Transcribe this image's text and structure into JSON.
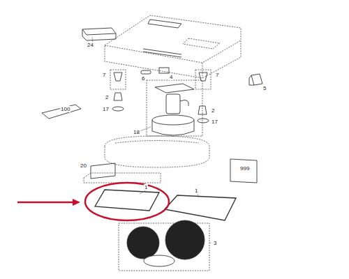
{
  "diagram": {
    "labels": [
      "24",
      "7",
      "4",
      "6",
      "5",
      "7",
      "2",
      "17",
      "18",
      "2",
      "17",
      "100",
      "20",
      "999",
      "1",
      "1",
      "3"
    ]
  }
}
